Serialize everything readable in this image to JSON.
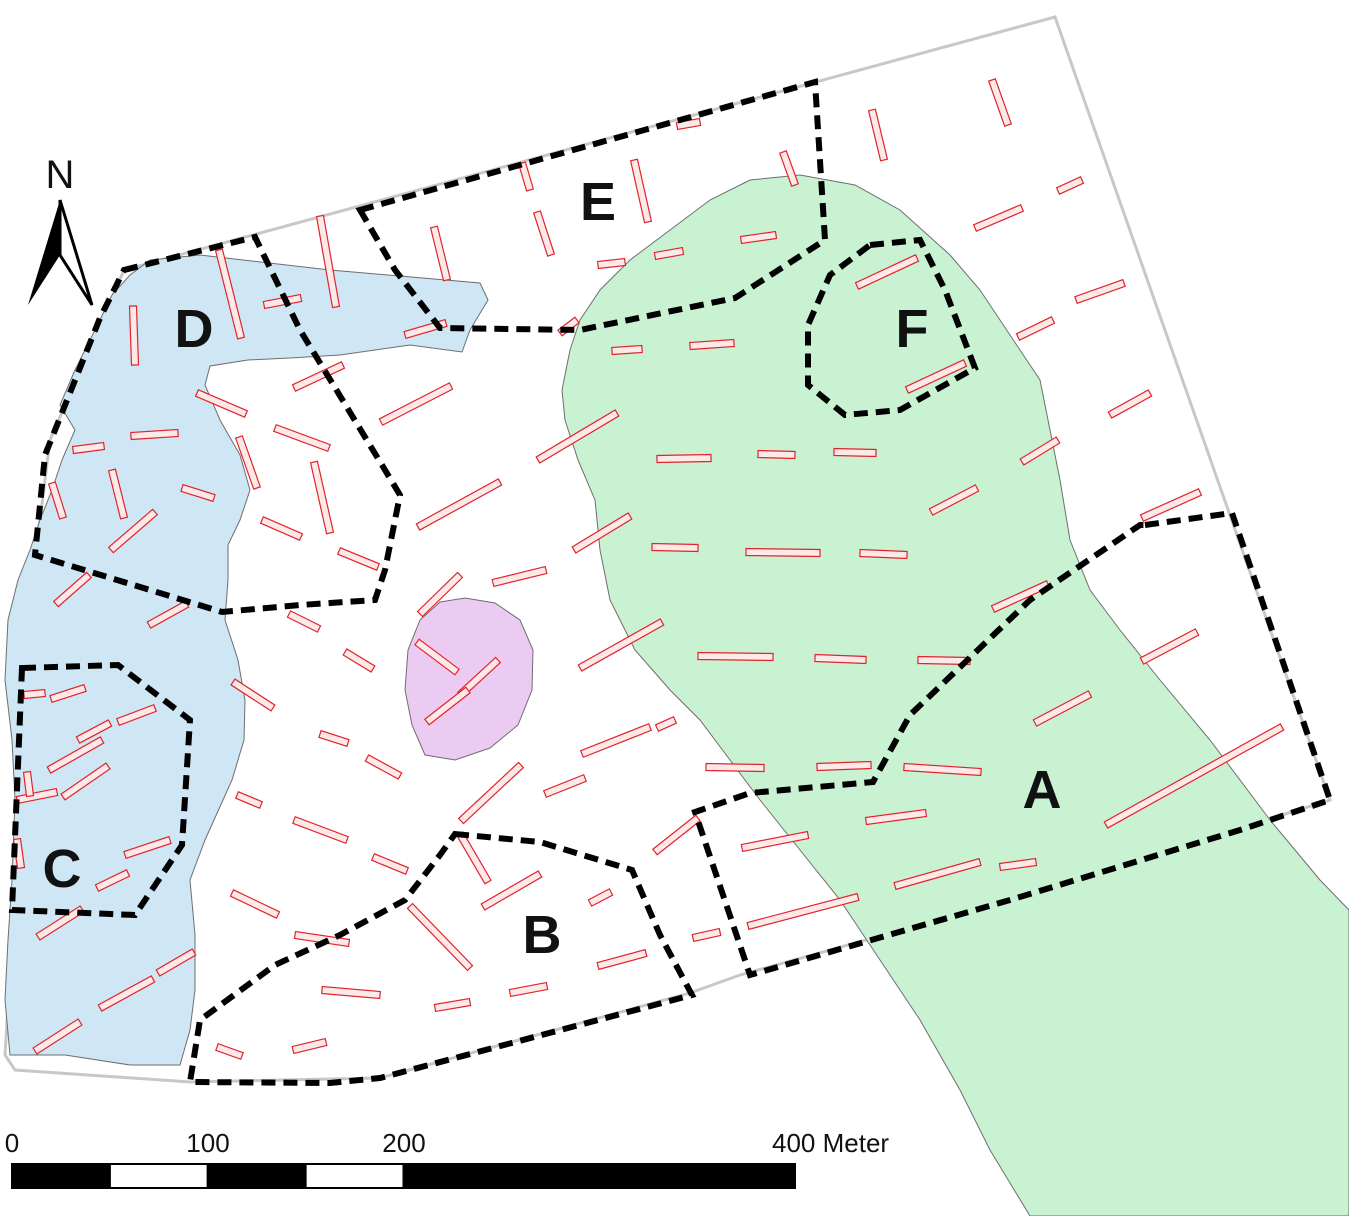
{
  "colors": {
    "site_outline": "#c8c8c8",
    "blue_area": "#cfe6f5",
    "green_area": "#c9f2d2",
    "purple_area": "#eccbf3",
    "trench_outline": "#e0242a",
    "trench_fill": "#fde9e9",
    "zone_boundary": "#000000"
  },
  "north_arrow": {
    "label": "N",
    "icon": "north-arrow-icon"
  },
  "zones": [
    {
      "id": "A",
      "label": "A"
    },
    {
      "id": "B",
      "label": "B"
    },
    {
      "id": "C",
      "label": "C"
    },
    {
      "id": "D",
      "label": "D"
    },
    {
      "id": "E",
      "label": "E"
    },
    {
      "id": "F",
      "label": "F"
    }
  ],
  "scale_bar": {
    "labels": [
      "0",
      "100",
      "200",
      "400 Meter"
    ],
    "values": [
      0,
      100,
      200,
      400
    ],
    "unit": "Meter",
    "segments": [
      {
        "from": 0,
        "to": 50,
        "fill": "#000000"
      },
      {
        "from": 50,
        "to": 100,
        "fill": "#ffffff"
      },
      {
        "from": 100,
        "to": 150,
        "fill": "#000000"
      },
      {
        "from": 150,
        "to": 200,
        "fill": "#ffffff"
      },
      {
        "from": 200,
        "to": 400,
        "fill": "#000000"
      }
    ]
  }
}
